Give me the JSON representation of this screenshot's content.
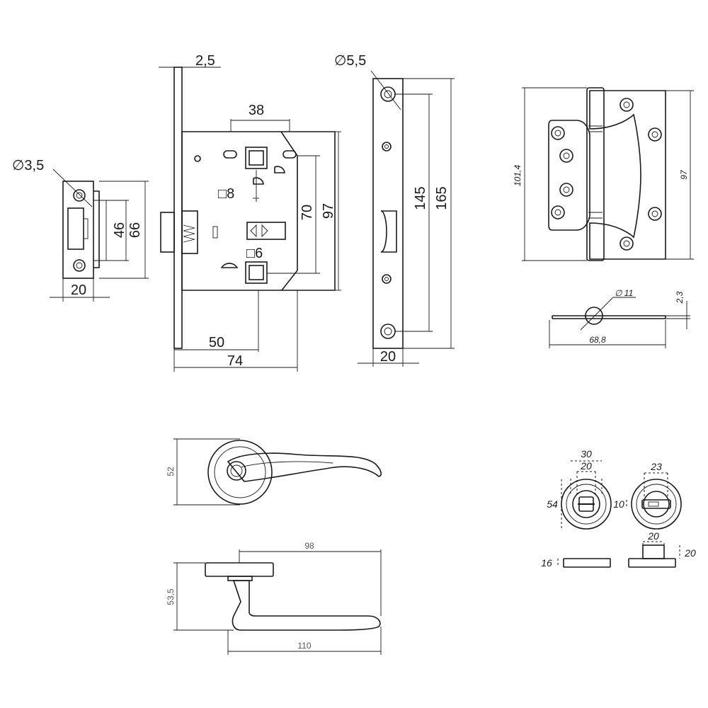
{
  "strike_plate": {
    "hole_dia": "∅3,5",
    "height_inner": "46",
    "height_outer": "66",
    "width": "20"
  },
  "lock_body": {
    "plate_thickness": "2,5",
    "handle_spacing": "38",
    "spindle_square": "□8",
    "privacy_square": "□6",
    "center_distance": "70",
    "body_height": "97",
    "backset": "50",
    "body_depth": "74"
  },
  "faceplate": {
    "hole_dia": "∅5,5",
    "hole_spacing": "145",
    "length": "165",
    "width": "20"
  },
  "hinge": {
    "height_outer": "101,4",
    "height_inner": "97",
    "knuckle_dia": "∅ 11",
    "thickness": "2,3",
    "open_width": "68,8"
  },
  "handle": {
    "rose_height": "52",
    "projection": "98",
    "height": "53,5",
    "length": "110"
  },
  "wc_knob": {
    "outer_width": "30",
    "inner_width": "20",
    "diameter": "54",
    "thumb_width": "23",
    "slot_height": "10",
    "base_thickness": "16",
    "spindle_width": "20",
    "spindle_height": "20"
  }
}
